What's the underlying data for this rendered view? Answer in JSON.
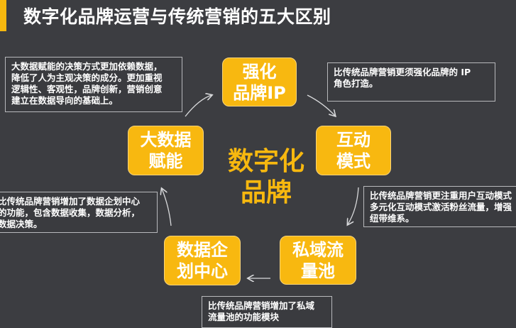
{
  "title": "数字化品牌运营与传统营销的五大区别",
  "center": {
    "line1": "数字化",
    "line2": "品牌"
  },
  "nodes": [
    {
      "id": "brand-ip",
      "line1": "强化",
      "line2": "品牌IP"
    },
    {
      "id": "interaction",
      "line1": "互动",
      "line2": "模式"
    },
    {
      "id": "private-traffic",
      "line1": "私域流",
      "line2": "量池"
    },
    {
      "id": "data-center",
      "line1": "数据企",
      "line2": "划中心"
    },
    {
      "id": "big-data",
      "line1": "大数据",
      "line2": "赋能"
    }
  ],
  "notes": [
    {
      "id": "big-data-note",
      "text": "大数据赋能的决策方式更加依赖数据，\n降低了人为主观决策的成分。更加重视\n逻辑性、客观性，品牌创新，营销创意\n建立在数据导向的基础上。"
    },
    {
      "id": "brand-ip-note",
      "text": "比传统品牌营销更须强化品牌的 IP\n角色打造。"
    },
    {
      "id": "interaction-note",
      "text": "比传统品牌营销更注重用户互动模式\n多元化互动模式激活粉丝流量，增强\n纽带维系。"
    },
    {
      "id": "data-center-note",
      "text": "比传统品牌营销增加了数据企划中心\n的功能，包含数据收集，数据分析，\n数据决策。"
    },
    {
      "id": "private-traffic-note",
      "text": "比传统品牌营销增加了私域\n流量池的功能模块"
    }
  ],
  "colors": {
    "background": "#3c3d41",
    "accent": "#f8b810",
    "text": "#ffffff",
    "border": "#b8b9bc"
  }
}
